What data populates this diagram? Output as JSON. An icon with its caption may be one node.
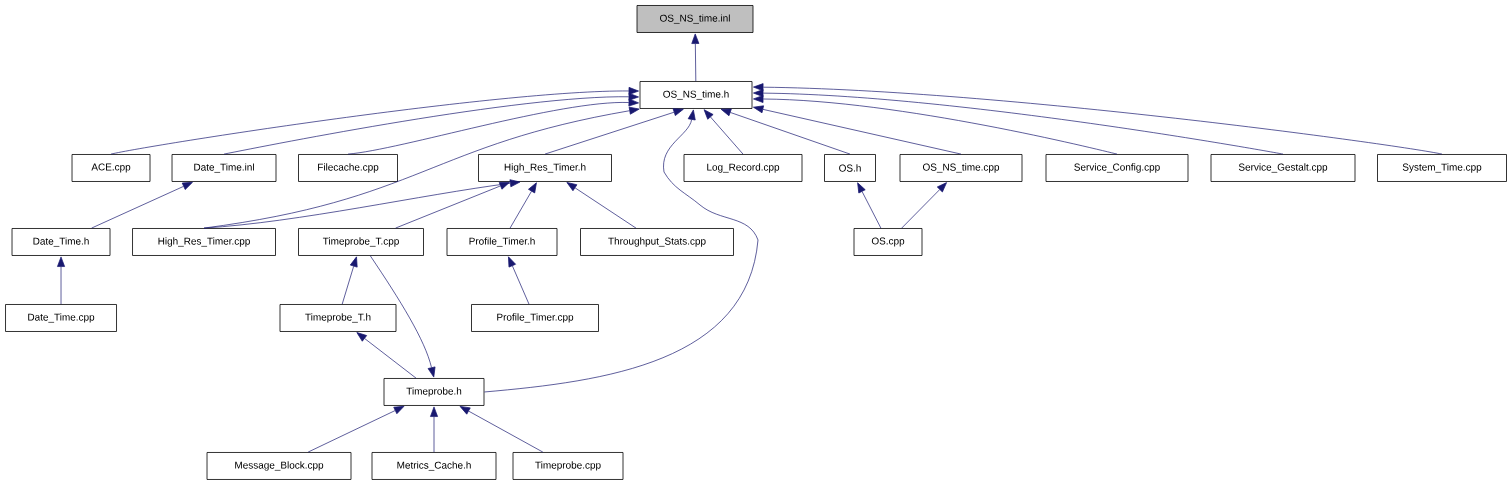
{
  "diagram": {
    "nodes": [
      {
        "text": [
          "OS_NS_time.inl"
        ]
      },
      {
        "text": [
          "OS_NS_time.h"
        ]
      },
      {
        "text": [
          "ACE.cpp"
        ]
      },
      {
        "text": [
          "Date_Time.inl"
        ]
      },
      {
        "text": [
          "Filecache.cpp"
        ]
      },
      {
        "text": [
          "High_Res_Timer.h"
        ]
      },
      {
        "text": [
          "Log_Record.cpp"
        ]
      },
      {
        "text": [
          "OS.h"
        ]
      },
      {
        "text": [
          "OS_NS_time.cpp"
        ]
      },
      {
        "text": [
          "Service_Config.cpp"
        ]
      },
      {
        "text": [
          "Service_Gestalt.cpp"
        ]
      },
      {
        "text": [
          "System_Time.cpp"
        ]
      },
      {
        "text": [
          "Date_Time.h"
        ]
      },
      {
        "text": [
          "High_Res_Timer.cpp"
        ]
      },
      {
        "text": [
          "Timeprobe_T.cpp"
        ]
      },
      {
        "text": [
          "Profile_Timer.h"
        ]
      },
      {
        "text": [
          "Throughput_Stats.cpp"
        ]
      },
      {
        "text": [
          "OS.cpp"
        ]
      },
      {
        "text": [
          "Date_Time.cpp"
        ]
      },
      {
        "text": [
          "Timeprobe_T.h"
        ]
      },
      {
        "text": [
          "Profile_Timer.cpp"
        ]
      },
      {
        "text": [
          "Timeprobe.h"
        ]
      },
      {
        "text": [
          "Message_Block.cpp"
        ]
      },
      {
        "text": [
          "Metrics_Cache.h"
        ]
      },
      {
        "text": [
          "Timeprobe.cpp"
        ]
      }
    ],
    "edges": [
      {
        "from": 1,
        "to": 0,
        "arrow": "to"
      },
      {
        "from": 2,
        "to": 1,
        "arrow": "to"
      },
      {
        "from": 3,
        "to": 1,
        "arrow": "to"
      },
      {
        "from": 4,
        "to": 1,
        "arrow": "to"
      },
      {
        "from": 13,
        "to": 1,
        "arrow": "to"
      },
      {
        "from": 5,
        "to": 1,
        "arrow": "to"
      },
      {
        "from": 21,
        "to": 1,
        "arrow": "to"
      },
      {
        "from": 6,
        "to": 1,
        "arrow": "to"
      },
      {
        "from": 7,
        "to": 1,
        "arrow": "to"
      },
      {
        "from": 8,
        "to": 1,
        "arrow": "to"
      },
      {
        "from": 9,
        "to": 1,
        "arrow": "to"
      },
      {
        "from": 10,
        "to": 1,
        "arrow": "to"
      },
      {
        "from": 11,
        "to": 1,
        "arrow": "to"
      },
      {
        "from": 12,
        "to": 3,
        "arrow": "to"
      },
      {
        "from": 18,
        "to": 12,
        "arrow": "to"
      },
      {
        "from": 13,
        "to": 5,
        "arrow": "to"
      },
      {
        "from": 14,
        "to": 5,
        "arrow": "to"
      },
      {
        "from": 15,
        "to": 5,
        "arrow": "to"
      },
      {
        "from": 16,
        "to": 5,
        "arrow": "to"
      },
      {
        "from": 17,
        "to": 7,
        "arrow": "to"
      },
      {
        "from": 17,
        "to": 8,
        "arrow": "to"
      },
      {
        "from": 19,
        "to": 14,
        "arrow": "to"
      },
      {
        "from": 14,
        "to": 21,
        "arrow": "to"
      },
      {
        "from": 21,
        "to": 19,
        "arrow": "to"
      },
      {
        "from": 20,
        "to": 15,
        "arrow": "to"
      },
      {
        "from": 22,
        "to": 21,
        "arrow": "to"
      },
      {
        "from": 23,
        "to": 21,
        "arrow": "to"
      },
      {
        "from": 24,
        "to": 21,
        "arrow": "to"
      }
    ]
  }
}
